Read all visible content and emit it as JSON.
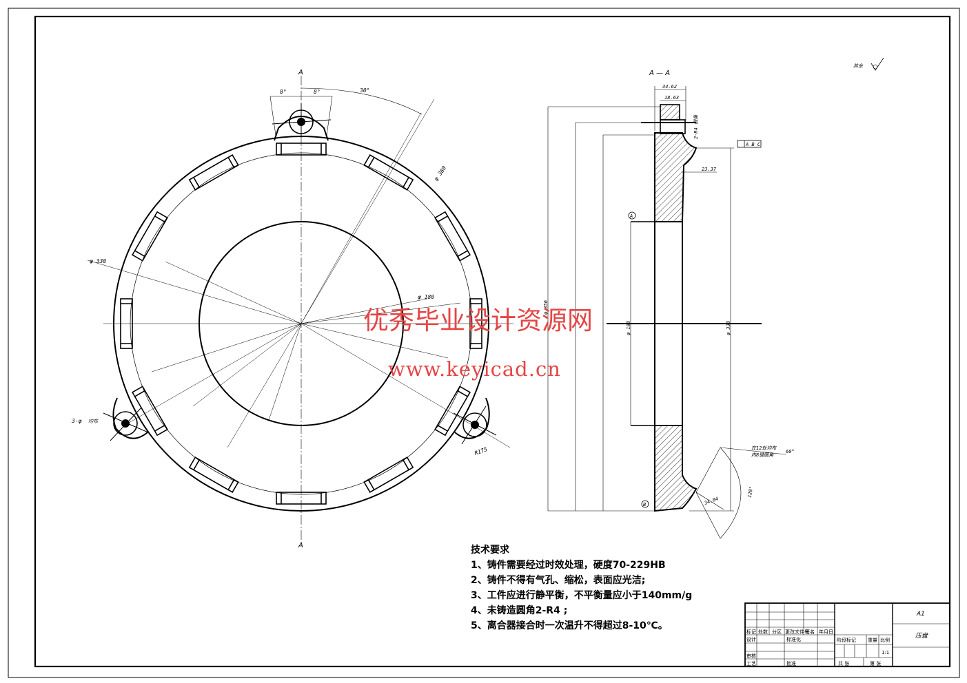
{
  "section_label": "A — A",
  "cut_mark_top": "A",
  "cut_mark_bottom": "A",
  "roughness_note": "其余",
  "watermark": {
    "site_name": "优秀毕业设计资源网",
    "url": "www.keyicad.cn"
  },
  "front_dims": {
    "angle_left": "8°",
    "angle_right": "8°",
    "angle_main": "30°",
    "dia_outer": "φ 380",
    "dia_pitch": "φ 330",
    "dia_inner": "φ 180",
    "holes": "3-φ",
    "holes_note": "均布",
    "radius": "R175"
  },
  "section_dims": {
    "width_top": "34.62",
    "width_mid": "18.63",
    "step": "23.37",
    "chamfer": "34.04",
    "angle_note": "120°",
    "angle_small": "60°",
    "tolerance_box": "A B C",
    "dia_1": "φ 356",
    "dia_2": "φ 180",
    "dia_3": "φ 330",
    "note_1": "在12处均布",
    "note_2": "内8键圆角",
    "side_note": "2-R4 倒角",
    "datum_a": "A",
    "datum_b": "B"
  },
  "tech_requirements": {
    "heading": "技术要求",
    "items": [
      "1、铸件需要经过时效处理，硬度70-229HB",
      "2、铸件不得有气孔、缩松，表面应光洁;",
      "3、工件应进行静平衡，不平衡量应小于140mm/g",
      "4、未铸造圆角2-R4 ;",
      "5、离合器接合时一次温升不得超过8-10℃。"
    ]
  },
  "title_block": {
    "sheet_size": "A1",
    "part_name": "压盘",
    "header_row": [
      "标记",
      "处数",
      "分区",
      "更改文件号",
      "签名",
      "年月日"
    ],
    "designer": "设计",
    "standardized": "标准化",
    "checker": "审核",
    "process": "工艺",
    "approve": "批准",
    "stage_mark": "阶段标记",
    "weight": "重量",
    "scale": "比例",
    "scale_value": "1:1",
    "sheets_total": "共  张",
    "sheet_no": "第  张"
  }
}
